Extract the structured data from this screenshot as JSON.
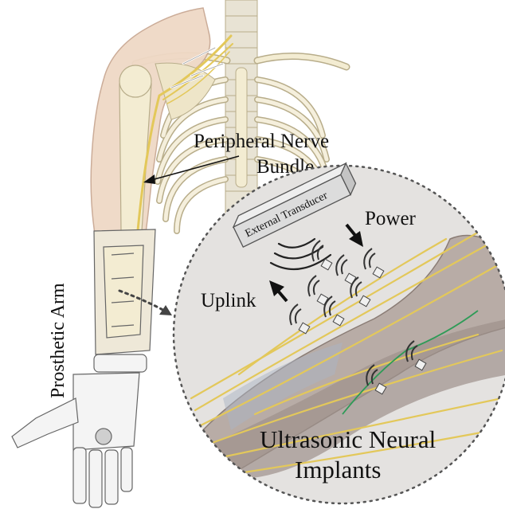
{
  "labels": {
    "nerve_line1": "Peripheral Nerve",
    "nerve_line2": "Bundle",
    "prosthetic": "Prosthetic Arm",
    "transducer": "External Transducer",
    "power": "Power",
    "uplink": "Uplink",
    "implants_line1": "Ultrasonic Neural",
    "implants_line2": "Implants"
  },
  "colors": {
    "skin": "#efd9c6",
    "skin_edge": "#c9a893",
    "bone": "#f3ecd2",
    "bone_edge": "#b8ad8a",
    "nerve": "#e3c85a",
    "green_nerve": "#2e9b57",
    "inset_bg": "#e4e2e0",
    "inset_border": "#555555",
    "prosthetic_line": "#666666"
  }
}
